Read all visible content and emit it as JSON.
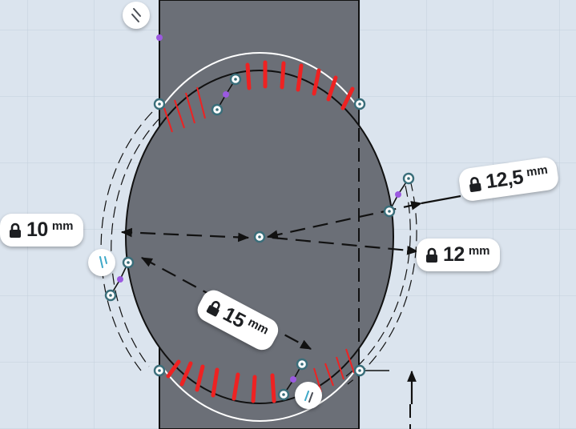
{
  "dimensions": {
    "left_width": {
      "value": "10",
      "unit": "mm"
    },
    "right_offset": {
      "value": "12",
      "unit": "mm"
    },
    "radius_top_right": {
      "value": "12,5",
      "unit": "mm"
    },
    "diagonal": {
      "value": "15",
      "unit": "mm"
    }
  },
  "icons": {
    "constraint": "parallel-constraint-icon",
    "lock": "lock-icon"
  },
  "colors": {
    "grid_background": "#dbe4ee",
    "grid_line": "#c3cfdc",
    "shape_fill": "#6b6f77",
    "hatch": "#ee2222",
    "constraint_point": "#9b59e0",
    "vertex_ring": "#3a6e7a"
  }
}
